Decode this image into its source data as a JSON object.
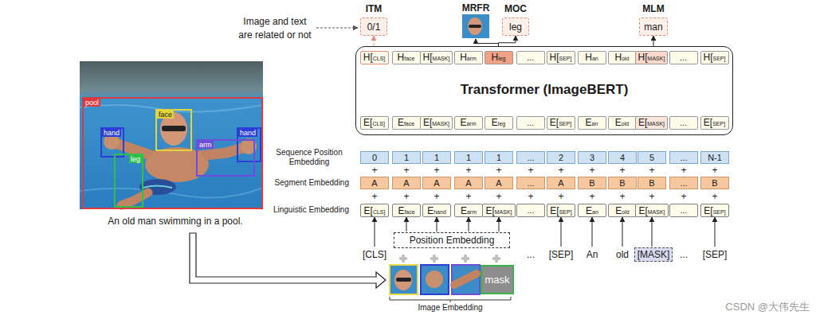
{
  "diagram": {
    "caption": "An old man swimming in a pool.",
    "nodes": [
      {
        "text": [
          "pool"
        ]
      },
      {
        "text": [
          "hand"
        ],
        "in": 0
      },
      {
        "text": [
          "face"
        ],
        "in": 0
      },
      {
        "text": [
          "hand"
        ],
        "in": 0
      },
      {
        "text": [
          "arm"
        ],
        "in": 0
      },
      {
        "text": [
          "leg"
        ],
        "in": 0
      },
      {
        "text": [
          "0/1"
        ]
      },
      {
        "text": [
          "leg"
        ]
      },
      {
        "text": [
          "man"
        ]
      },
      {
        "text": [
          "Transformer (ImageBERT)"
        ]
      },
      {
        "text": [
          "H[CLS]"
        ],
        "in": 9
      },
      {
        "text": [
          "Hface"
        ],
        "in": 9
      },
      {
        "text": [
          "H[MASK]"
        ],
        "in": 9
      },
      {
        "text": [
          "Harm"
        ],
        "in": 9
      },
      {
        "text": [
          "Hleg"
        ],
        "in": 9
      },
      {
        "text": [
          "..."
        ],
        "in": 9
      },
      {
        "text": [
          "H[SEP]"
        ],
        "in": 9
      },
      {
        "text": [
          "Han"
        ],
        "in": 9
      },
      {
        "text": [
          "Hold"
        ],
        "in": 9
      },
      {
        "text": [
          "H[MASK]"
        ],
        "in": 9
      },
      {
        "text": [
          "..."
        ],
        "in": 9
      },
      {
        "text": [
          "H[SEP]"
        ],
        "in": 9
      },
      {
        "text": [
          "E[CLS]"
        ],
        "in": 9
      },
      {
        "text": [
          "Eface"
        ],
        "in": 9
      },
      {
        "text": [
          "E[MASK]"
        ],
        "in": 9
      },
      {
        "text": [
          "Earm"
        ],
        "in": 9
      },
      {
        "text": [
          "Eleg"
        ],
        "in": 9
      },
      {
        "text": [
          "..."
        ],
        "in": 9
      },
      {
        "text": [
          "E[SEP]"
        ],
        "in": 9
      },
      {
        "text": [
          "Ean"
        ],
        "in": 9
      },
      {
        "text": [
          "Eold"
        ],
        "in": 9
      },
      {
        "text": [
          "E[MASK]"
        ],
        "in": 9
      },
      {
        "text": [
          "..."
        ],
        "in": 9
      },
      {
        "text": [
          "E[SEP]"
        ],
        "in": 9
      },
      {
        "text": [
          "0"
        ]
      },
      {
        "text": [
          "1"
        ]
      },
      {
        "text": [
          "1"
        ]
      },
      {
        "text": [
          "1"
        ]
      },
      {
        "text": [
          "1"
        ]
      },
      {
        "text": [
          "..."
        ]
      },
      {
        "text": [
          "2"
        ]
      },
      {
        "text": [
          "3"
        ]
      },
      {
        "text": [
          "4"
        ]
      },
      {
        "text": [
          "5"
        ]
      },
      {
        "text": [
          "..."
        ]
      },
      {
        "text": [
          "N-1"
        ]
      },
      {
        "text": [
          "A"
        ]
      },
      {
        "text": [
          "A"
        ]
      },
      {
        "text": [
          "A"
        ]
      },
      {
        "text": [
          "A"
        ]
      },
      {
        "text": [
          "A"
        ]
      },
      {
        "text": [
          "..."
        ]
      },
      {
        "text": [
          "A"
        ]
      },
      {
        "text": [
          "B"
        ]
      },
      {
        "text": [
          "B"
        ]
      },
      {
        "text": [
          "B"
        ]
      },
      {
        "text": [
          "..."
        ]
      },
      {
        "text": [
          "B"
        ]
      },
      {
        "text": [
          "E[CLS]"
        ]
      },
      {
        "text": [
          "Eface"
        ]
      },
      {
        "text": [
          "Ehand"
        ]
      },
      {
        "text": [
          "Earm"
        ]
      },
      {
        "text": [
          "E[MASK]"
        ]
      },
      {
        "text": [
          "..."
        ]
      },
      {
        "text": [
          "E[SEP]"
        ]
      },
      {
        "text": [
          "Ean"
        ]
      },
      {
        "text": [
          "Eold"
        ]
      },
      {
        "text": [
          "E[MASK]"
        ]
      },
      {
        "text": [
          "..."
        ]
      },
      {
        "text": [
          "E[SEP]"
        ]
      },
      {
        "text": [
          "Position Embedding"
        ]
      },
      {
        "text": [
          "mask"
        ]
      },
      {
        "text": [
          "[CLS]"
        ]
      },
      {
        "text": [
          "[SEP]"
        ]
      },
      {
        "text": [
          "An"
        ]
      },
      {
        "text": [
          "old"
        ]
      },
      {
        "text": [
          "[MASK]"
        ]
      },
      {
        "text": [
          "[SEP]"
        ]
      }
    ],
    "edges": [
      {
        "from": 72,
        "to": 58,
        "arrow": "to"
      },
      {
        "from": 73,
        "to": 64,
        "arrow": "to"
      },
      {
        "from": 74,
        "to": 65,
        "arrow": "to"
      },
      {
        "from": 75,
        "to": 66,
        "arrow": "to"
      },
      {
        "from": 76,
        "to": 67,
        "arrow": "to"
      },
      {
        "from": 77,
        "to": 69,
        "arrow": "to"
      },
      {
        "from": 70,
        "to": 59,
        "arrow": "to"
      },
      {
        "from": 70,
        "to": 60,
        "arrow": "to"
      },
      {
        "from": 70,
        "to": 61,
        "arrow": "to"
      },
      {
        "from": 70,
        "to": 62,
        "arrow": "to"
      },
      {
        "from": 10,
        "to": 6,
        "arrow": "to"
      },
      {
        "from": 14,
        "to": 7,
        "arrow": "to"
      },
      {
        "from": 19,
        "to": 8,
        "arrow": "to"
      }
    ],
    "labels": [
      "Image and text are related or not",
      "ITM",
      "MRFR",
      "MOC",
      "MLM",
      "Sequence Position Embedding",
      "Segment Embedding",
      "Linguistic Embedding",
      "+",
      "+",
      "+",
      "+",
      "+",
      "+",
      "+",
      "+",
      "+",
      "+",
      "+",
      "+",
      "+",
      "+",
      "+",
      "+",
      "+",
      "+",
      "+",
      "+",
      "+",
      "+",
      "+",
      "+",
      "...",
      "...",
      "Image Embedding",
      "CSDN @大伟先生"
    ]
  }
}
